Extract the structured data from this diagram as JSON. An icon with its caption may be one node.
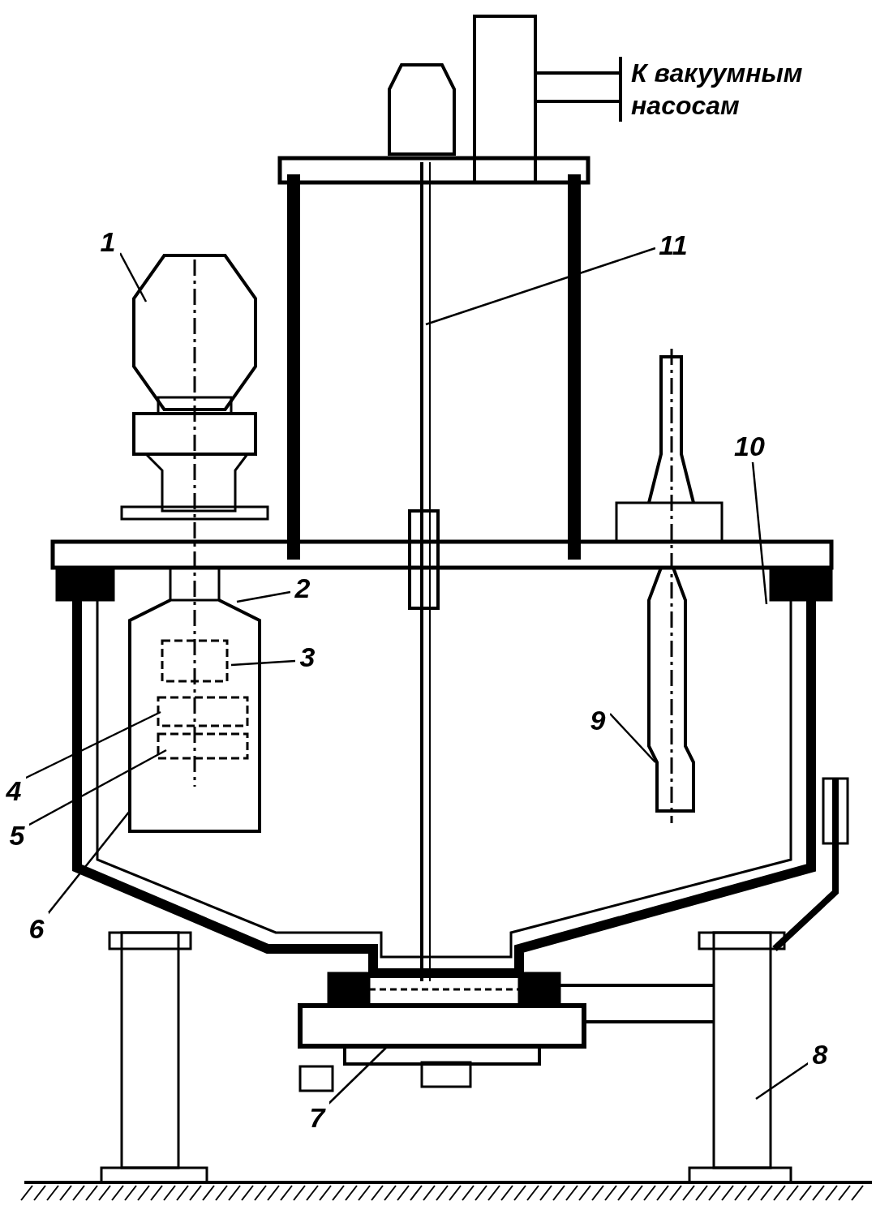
{
  "diagram": {
    "nodes": [
      {
        "text": [
          "1"
        ]
      },
      {
        "text": [
          "2"
        ]
      },
      {
        "text": [
          "3"
        ]
      },
      {
        "text": [
          "4"
        ]
      },
      {
        "text": [
          "5"
        ]
      },
      {
        "text": [
          "6"
        ]
      },
      {
        "text": [
          "7"
        ]
      },
      {
        "text": [
          "8"
        ]
      },
      {
        "text": [
          "9"
        ]
      },
      {
        "text": [
          "10"
        ]
      },
      {
        "text": [
          "11"
        ]
      }
    ],
    "edges": [
      {
        "from": 0,
        "to": null,
        "arrow": "none"
      },
      {
        "from": 1,
        "to": null,
        "arrow": "none"
      },
      {
        "from": 2,
        "to": null,
        "arrow": "none"
      },
      {
        "from": 3,
        "to": null,
        "arrow": "none"
      },
      {
        "from": 4,
        "to": null,
        "arrow": "none"
      },
      {
        "from": 5,
        "to": null,
        "arrow": "none"
      },
      {
        "from": 6,
        "to": null,
        "arrow": "none"
      },
      {
        "from": 7,
        "to": null,
        "arrow": "none"
      },
      {
        "from": 8,
        "to": null,
        "arrow": "none"
      },
      {
        "from": 9,
        "to": null,
        "arrow": "none"
      },
      {
        "from": 10,
        "to": null,
        "arrow": "none"
      }
    ],
    "labels": [
      "К вакуумным насосам"
    ]
  }
}
